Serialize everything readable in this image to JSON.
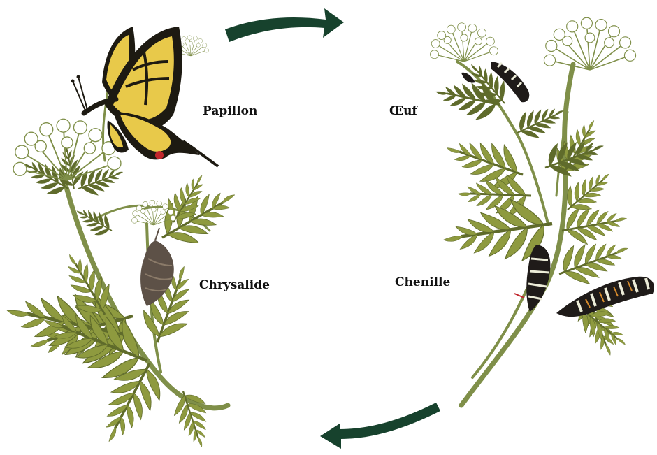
{
  "diagram": {
    "labels": {
      "papillon": "Papillon",
      "oeuf": "Œuf",
      "chenille": "Chenille",
      "chrysalide": "Chrysalide"
    },
    "colors": {
      "arrow": "#17422d",
      "stem": "#7f8f49",
      "leaf": "#8e9a3f",
      "leaf_dark": "#5f6b2b",
      "flower": "#ffffff",
      "butterfly_yellow": "#e8c94a",
      "butterfly_black": "#1d1a12",
      "butterfly_red": "#c0262c",
      "pupa": "#5d5147",
      "caterpillar_black": "#1f1b19",
      "caterpillar_stripe": "#ececd8"
    }
  }
}
